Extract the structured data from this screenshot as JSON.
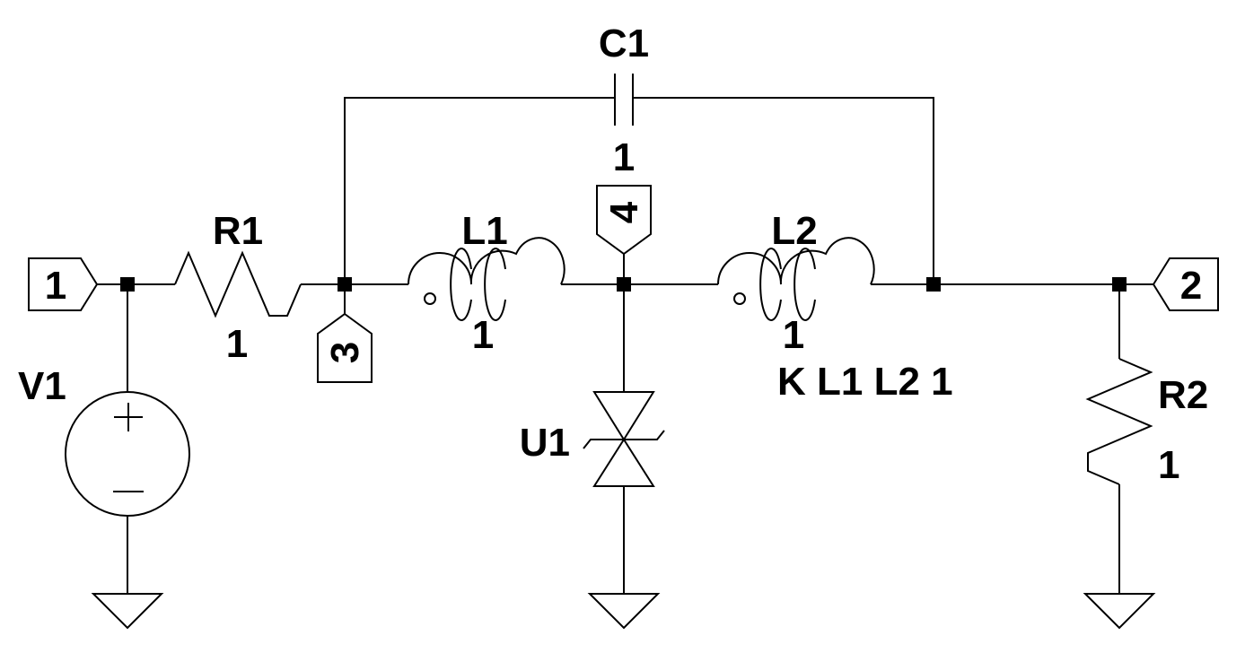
{
  "components": {
    "R1": {
      "name": "R1",
      "value": "1"
    },
    "R2": {
      "name": "R2",
      "value": "1"
    },
    "L1": {
      "name": "L1",
      "value": "1"
    },
    "L2": {
      "name": "L2",
      "value": "1"
    },
    "C1": {
      "name": "C1",
      "value": "1"
    },
    "V1": {
      "name": "V1"
    },
    "U1": {
      "name": "U1"
    }
  },
  "coupling": "K L1 L2 1",
  "ports": {
    "p1": "1",
    "p2": "2",
    "p3": "3",
    "p4": "4"
  },
  "colors": {
    "line": "#000000",
    "background": "#ffffff"
  }
}
